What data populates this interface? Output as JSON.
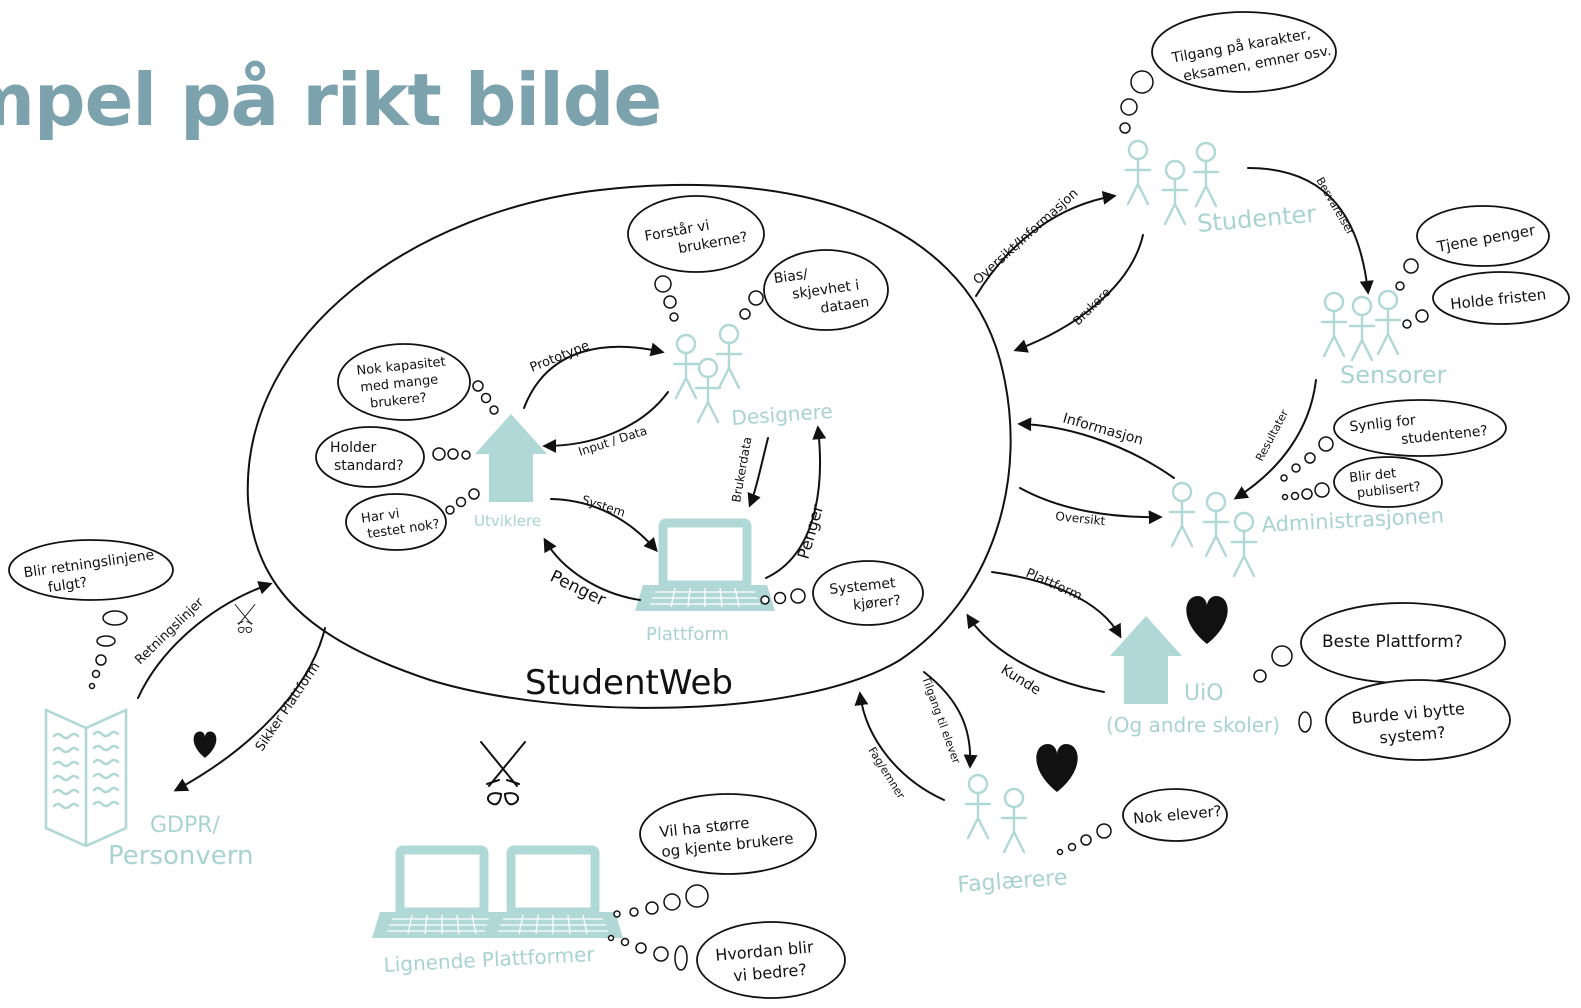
{
  "title": "mpel på rikt bilde",
  "center": {
    "label": "StudentWeb"
  },
  "actors": {
    "utviklere": "Utviklere",
    "designere": "Designere",
    "plattform": "Plattform",
    "studenter": "Studenter",
    "sensorer": "Sensorer",
    "administrasjonen": "Administrasjonen",
    "uio": "UiO",
    "uio_sub": "(Og andre skoler)",
    "faglaerere": "Faglærere",
    "gdpr_line1": "GDPR/",
    "gdpr_line2": "Personvern",
    "lignende": "Lignende Plattformer"
  },
  "thoughts": {
    "tilgang": [
      "Tilgang på karakter,",
      "eksamen, emner osv."
    ],
    "forstar": [
      "Forstår vi",
      "brukerne?"
    ],
    "bias": [
      "Bias/",
      "skjevhet i",
      "dataen"
    ],
    "kapasitet": [
      "Nok kapasitet",
      "med mange",
      "brukere?"
    ],
    "standard": [
      "Holder",
      "standard?"
    ],
    "testet": [
      "Har vi",
      "testet nok?"
    ],
    "retningslinjer": [
      "Blir retningslinjene",
      "fulgt?"
    ],
    "systemet": [
      "Systemet",
      "kjører?"
    ],
    "tjene": "Tjene penger",
    "fristen": "Holde fristen",
    "synlig": [
      "Synlig for",
      "studentene?"
    ],
    "publisert": [
      "Blir det",
      "publisert?"
    ],
    "beste": "Beste Plattform?",
    "bytte": [
      "Burde vi bytte",
      "system?"
    ],
    "nok_elever": "Nok elever?",
    "storre": [
      "Vil ha større",
      "og kjente brukere"
    ],
    "bedre": [
      "Hvordan blir",
      "vi bedre?"
    ]
  },
  "arrows": {
    "prototype": "Prototype",
    "input_data": "Input / Data",
    "brukerdata": "Brukerdata",
    "system": "System",
    "penger_left": "Penger",
    "penger_right": "Penger",
    "oversikt_informasjon": "Oversikt/Informasjon",
    "brukere": "Brukere",
    "besvarelser": "Besvarelser",
    "resultater": "Resultater",
    "informasjon": "Informasjon",
    "oversikt": "Oversikt",
    "plattform": "Plattform",
    "kunde": "Kunde",
    "tilgang_elever": "Tilgang til elever",
    "fag_emner": "Fag/emner",
    "retningslinjer": "Retningslinjer",
    "sikker_plattform": "Sikker Plattform"
  },
  "icons": {
    "house": "house-icon",
    "laptop": "laptop-icon",
    "person": "stick-figure-icon",
    "heart": "heart-icon",
    "crossed_swords": "crossed-swords-icon",
    "document": "document-icon"
  },
  "colors": {
    "title": "#7ca3ad",
    "teal": "#b0d8d6",
    "ink": "#111111"
  }
}
